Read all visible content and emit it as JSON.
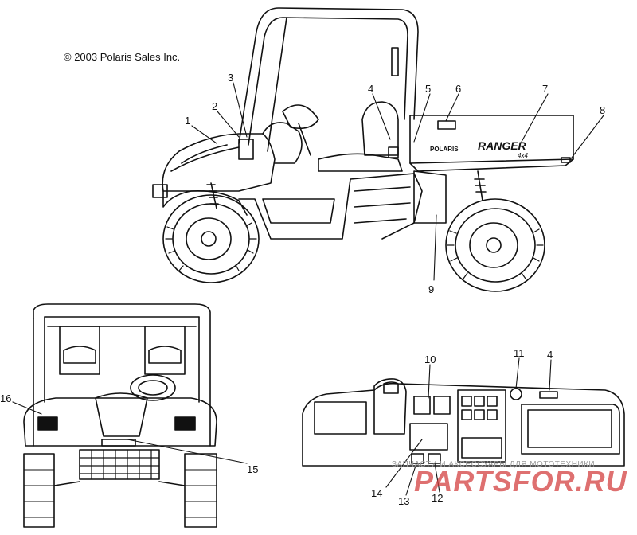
{
  "copyright": "© 2003 Polaris Sales Inc.",
  "decals": {
    "ranger": "RANGER",
    "polaris": "POLARIS",
    "badge": "4x4"
  },
  "watermark": {
    "tagline": "ЗАПЧАСТИ И АКСЕССУАРЫ ДЛЯ МОТОТЕХНИКИ",
    "site": "PARTSFOR.RU"
  },
  "callouts": {
    "c1": "1",
    "c2": "2",
    "c3": "3",
    "c4a": "4",
    "c5": "5",
    "c6": "6",
    "c7": "7",
    "c8": "8",
    "c9": "9",
    "c10": "10",
    "c11": "11",
    "c4b": "4",
    "c12": "12",
    "c13": "13",
    "c14": "14",
    "c15": "15",
    "c16": "16"
  },
  "colors": {
    "line": "#111111",
    "watermark": "#d23a3a"
  }
}
